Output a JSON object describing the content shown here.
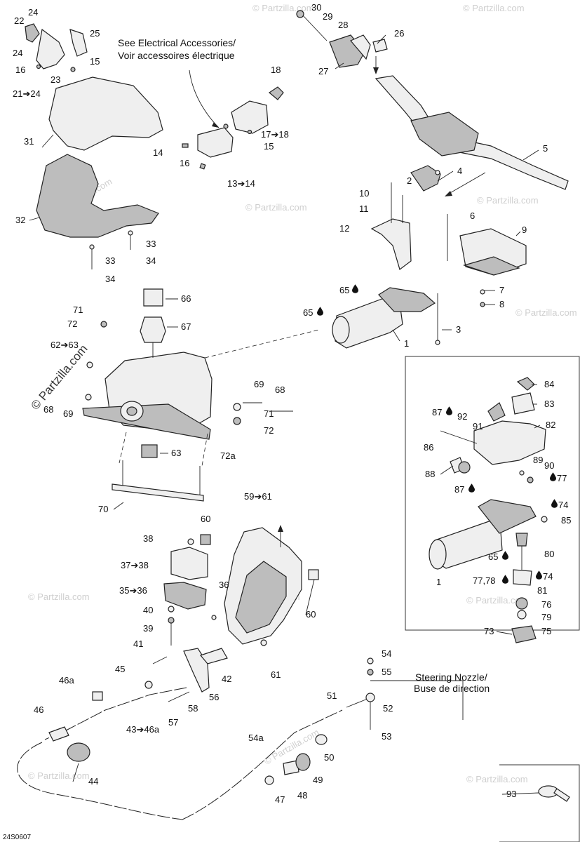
{
  "notes": {
    "electrical": "See Electrical Accessories/ Voir accessoires électrique",
    "electrical_line1": "See Electrical Accessories/",
    "electrical_line2": "Voir accessoires électrique",
    "nozzle_line1": "Steering Nozzle/",
    "nozzle_line2": "Buse de direction"
  },
  "diagram_code": "24S0607",
  "watermark": "© Partzilla.com",
  "labels": {
    "l1a": "1",
    "l1b": "1",
    "l2": "2",
    "l3": "3",
    "l4": "4",
    "l5": "5",
    "l6": "6",
    "l7": "7",
    "l8": "8",
    "l9": "9",
    "l10": "10",
    "l11": "11",
    "l12": "12",
    "l13": "13➔14",
    "l14": "14",
    "l15a": "15",
    "l15b": "15",
    "l16a": "16",
    "l16b": "16",
    "l17": "17➔18",
    "l18": "18",
    "l21": "21➔24",
    "l22": "22",
    "l23": "23",
    "l24a": "24",
    "l24b": "24",
    "l25": "25",
    "l26": "26",
    "l27": "27",
    "l28": "28",
    "l29": "29",
    "l30": "30",
    "l31": "31",
    "l32": "32",
    "l33a": "33",
    "l33b": "33",
    "l34a": "34",
    "l34b": "34",
    "l35": "35➔36",
    "l36": "36",
    "l37": "37➔38",
    "l38": "38",
    "l39": "39",
    "l40": "40",
    "l41": "41",
    "l42": "42",
    "l43": "43➔46a",
    "l44": "44",
    "l45": "45",
    "l46": "46",
    "l46a": "46a",
    "l47": "47",
    "l48": "48",
    "l49": "49",
    "l50": "50",
    "l51": "51",
    "l52": "52",
    "l53": "53",
    "l54": "54",
    "l54a": "54a",
    "l55": "55",
    "l56": "56",
    "l57": "57",
    "l58": "58",
    "l59": "59➔61",
    "l60a": "60",
    "l60b": "60",
    "l61": "61",
    "l62": "62➔63",
    "l63": "63",
    "l65a": "65",
    "l65b": "65",
    "l65c": "65",
    "l66": "66",
    "l67": "67",
    "l68a": "68",
    "l68b": "68",
    "l69a": "69",
    "l69b": "69",
    "l70": "70",
    "l71a": "71",
    "l71b": "71",
    "l72a": "72",
    "l72b": "72",
    "l72c": "72a",
    "l73": "73",
    "l74a": "74",
    "l74b": "74",
    "l75": "75",
    "l76": "76",
    "l77a": "77",
    "l77b": "77,78",
    "l79": "79",
    "l80": "80",
    "l81": "81",
    "l82": "82",
    "l83": "83",
    "l84": "84",
    "l85": "85",
    "l86": "86",
    "l87a": "87",
    "l87b": "87",
    "l88": "88",
    "l89": "89",
    "l90": "90",
    "l91": "91",
    "l92": "92",
    "l93": "93"
  },
  "icons": {
    "drop": "oil-drop-icon",
    "arrow": "right-arrow-icon"
  },
  "colors": {
    "line": "#222222",
    "fill": "#efefef",
    "dark": "#bdbdbd",
    "watermark": "#cfcfcf"
  }
}
